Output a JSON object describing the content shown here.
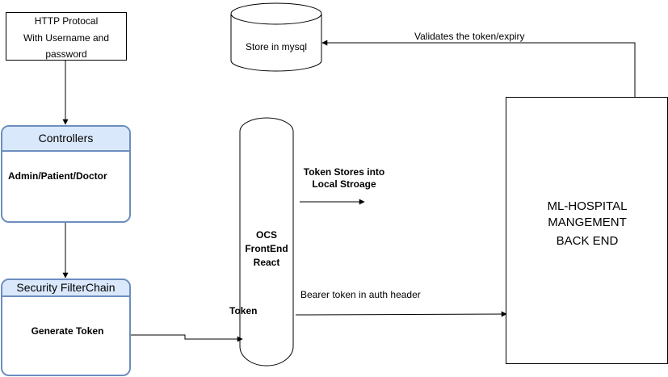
{
  "http_box": {
    "lines": [
      "HTTP Protocal",
      "With Username and",
      "password"
    ]
  },
  "controllers": {
    "title": "Controllers",
    "body": "Admin/Patient/Doctor"
  },
  "security": {
    "title": "Security FilterChain",
    "body": "Generate Token"
  },
  "mysql": {
    "label": "Store in mysql"
  },
  "frontend": {
    "lines": [
      "OCS",
      "FrontEnd",
      "React"
    ]
  },
  "backend": {
    "lines": [
      "ML-HOSPITAL",
      "MANGEMENT",
      "BACK END"
    ]
  },
  "edges": {
    "validates": "Validates the token/expiry",
    "token_store": [
      "Token Stores into",
      "Local Stroage"
    ],
    "bearer": "Bearer token in auth header",
    "token": "Token"
  }
}
